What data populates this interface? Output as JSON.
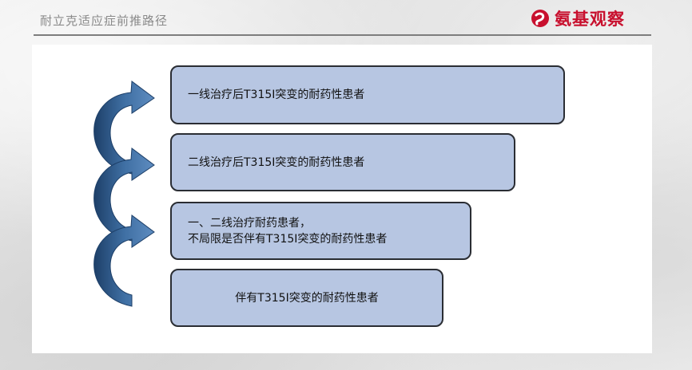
{
  "header": {
    "title": "耐立克适应症前推路径",
    "logo_text": "氨基观察"
  },
  "steps": [
    {
      "lines": [
        "一线治疗后T315I突变的耐药性患者"
      ]
    },
    {
      "lines": [
        "二线治疗后T315I突变的耐药性患者"
      ]
    },
    {
      "lines": [
        "一、二线治疗耐药患者，",
        "不局限是否伴有T315I突变的耐药性患者"
      ]
    },
    {
      "lines": [
        "伴有T315I突变的耐药性患者"
      ]
    }
  ],
  "colors": {
    "box_fill": "#b7c6e2",
    "box_border": "#2a2d33",
    "arrow": "#3f6fa3",
    "logo_red": "#c8102e"
  },
  "icons": [
    "logo-swirl-icon",
    "curved-up-arrow-icon"
  ]
}
